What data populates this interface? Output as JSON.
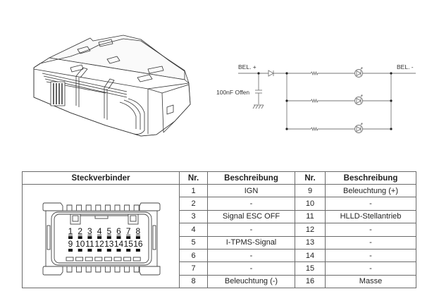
{
  "schematic": {
    "bel_plus_label": "BEL. +",
    "bel_minus_label": "BEL. -",
    "capacitor_label": "100nF Offen",
    "branches": 3
  },
  "table": {
    "headers": {
      "connector": "Steckverbinder",
      "nr_left": "Nr.",
      "desc_left": "Beschreibung",
      "nr_right": "Nr.",
      "desc_right": "Beschreibung"
    },
    "rows": [
      {
        "nr_left": "1",
        "desc_left": "IGN",
        "nr_right": "9",
        "desc_right": "Beleuchtung (+)"
      },
      {
        "nr_left": "2",
        "desc_left": "-",
        "nr_right": "10",
        "desc_right": "-"
      },
      {
        "nr_left": "3",
        "desc_left": "Signal ESC OFF",
        "nr_right": "11",
        "desc_right": "HLLD-Stellantrieb"
      },
      {
        "nr_left": "4",
        "desc_left": "-",
        "nr_right": "12",
        "desc_right": "-"
      },
      {
        "nr_left": "5",
        "desc_left": "I-TPMS-Signal",
        "nr_right": "13",
        "desc_right": "-"
      },
      {
        "nr_left": "6",
        "desc_left": "-",
        "nr_right": "14",
        "desc_right": "-"
      },
      {
        "nr_left": "7",
        "desc_left": "-",
        "nr_right": "15",
        "desc_right": "-"
      },
      {
        "nr_left": "8",
        "desc_left": "Beleuchtung (-)",
        "nr_right": "16",
        "desc_right": "Masse"
      }
    ]
  },
  "connector_face": {
    "pins_top": [
      "1",
      "2",
      "3",
      "4",
      "5",
      "6",
      "7",
      "8"
    ],
    "pins_bottom": [
      "9",
      "10",
      "11",
      "12",
      "13",
      "14",
      "15",
      "16"
    ]
  }
}
